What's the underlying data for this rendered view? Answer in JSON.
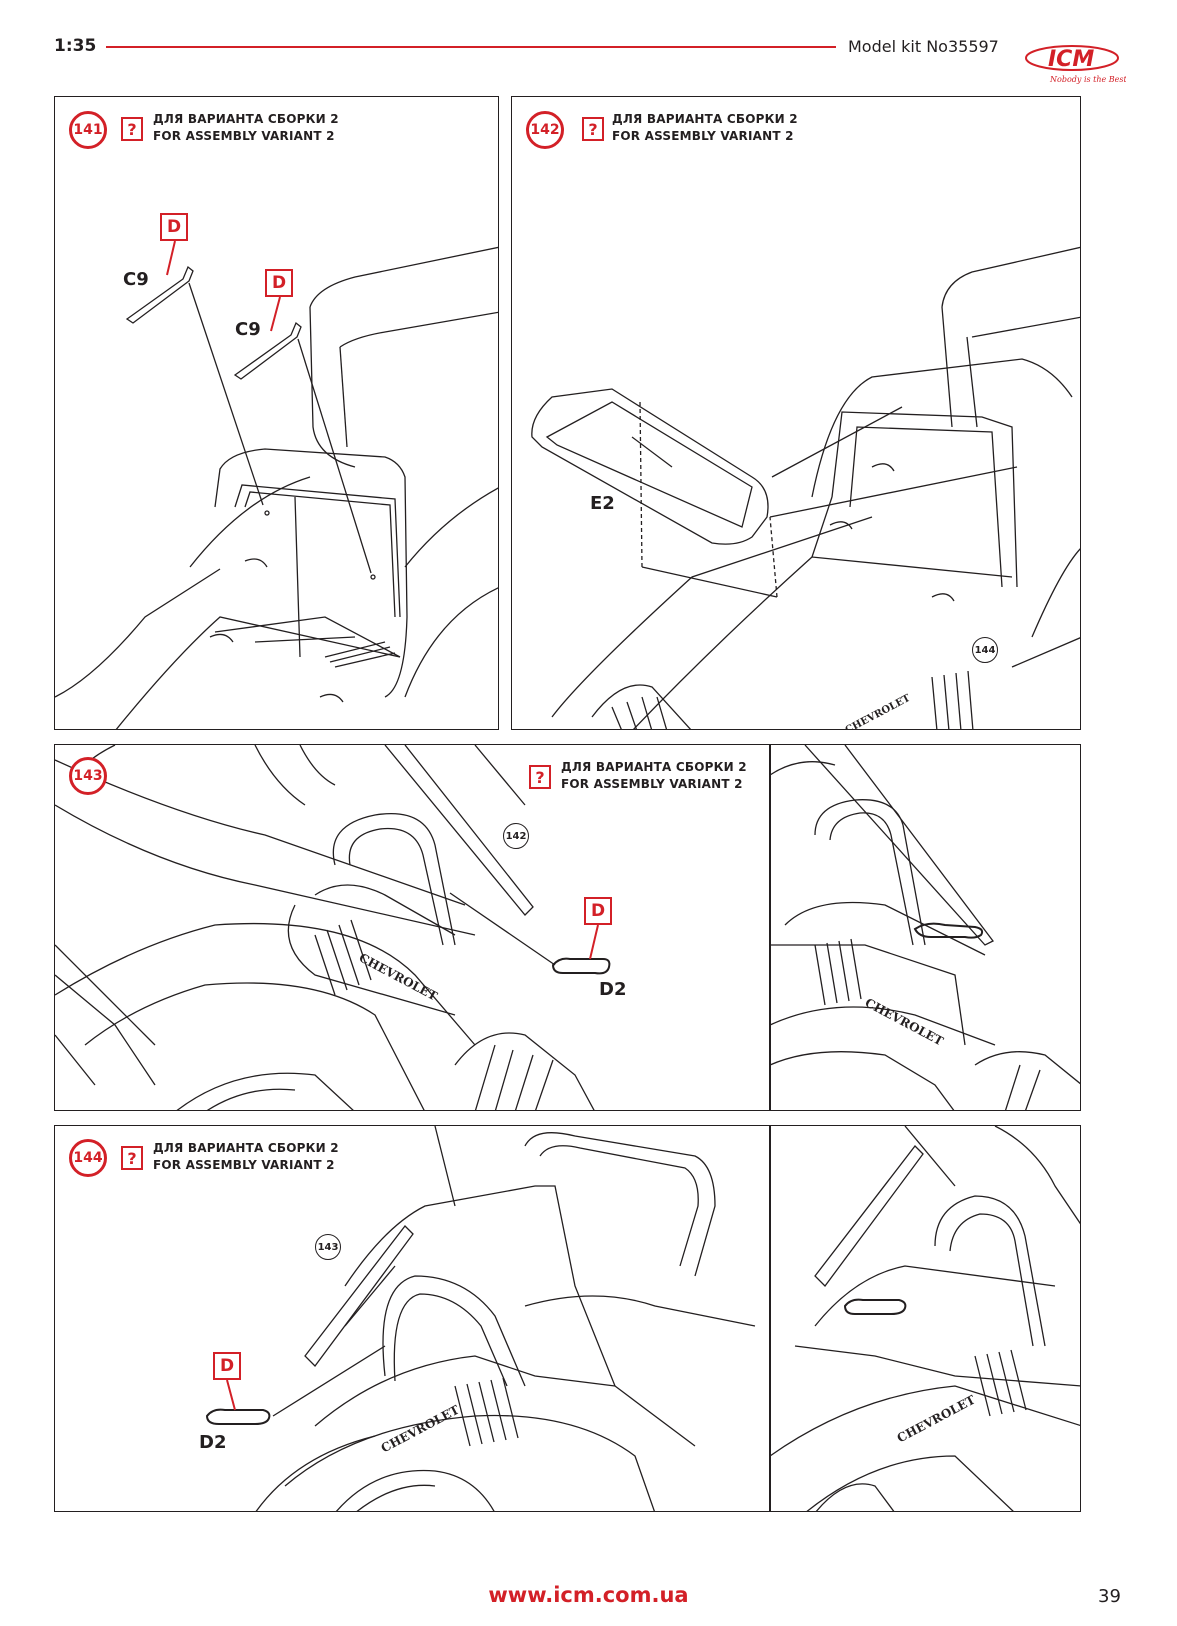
{
  "header": {
    "scale": "1:35",
    "kit": "Model kit No35597"
  },
  "logo": {
    "brand": "ICM",
    "tagline": "Nobody is the Best"
  },
  "variant_text": {
    "ru": "ДЛЯ ВАРИАНТА СБОРКИ 2",
    "en": "FOR ASSEMBLY VARIANT 2"
  },
  "steps": [
    {
      "number": "141",
      "q": "?",
      "tags": [
        "D",
        "D"
      ],
      "parts": [
        "C9",
        "C9"
      ]
    },
    {
      "number": "142",
      "q": "?",
      "parts": [
        "E2"
      ],
      "refs": [
        "144"
      ]
    },
    {
      "number": "143",
      "q": "?",
      "tags": [
        "D"
      ],
      "parts": [
        "D2"
      ],
      "refs": [
        "142"
      ]
    },
    {
      "number": "144",
      "q": "?",
      "tags": [
        "D"
      ],
      "parts": [
        "D2"
      ],
      "refs": [
        "143"
      ]
    }
  ],
  "decals": {
    "chevrolet": "CHEVROLET"
  },
  "footer": {
    "url": "www.icm.com.ua",
    "page": "39"
  },
  "colors": {
    "accent": "#d32027",
    "ink": "#231f20"
  }
}
